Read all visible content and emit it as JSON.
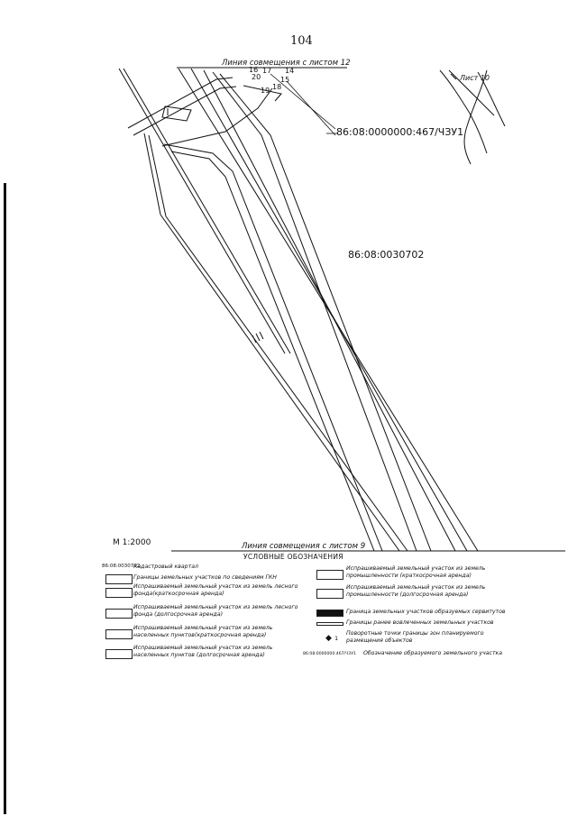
{
  "page_number": "104",
  "match_line_top": "Линия совмещения с листом 12",
  "match_line_bottom": "Линия совмещения с листом 9",
  "sheet_ref": "Лист 10",
  "cadastral_parcel": "86:08:0000000:467/ЧЗУ1",
  "cadastral_quarter": "86:08:0030702",
  "point_labels": [
    "16",
    "17",
    "14",
    "20",
    "15",
    "19",
    "18"
  ],
  "scale": "М 1:2000",
  "legend": {
    "title": "УСЛОВНЫЕ ОБОЗНАЧЕНИЯ",
    "left": [
      {
        "key": "86:08:0030702",
        "text": "Кадастровый квартал"
      },
      {
        "key": "",
        "text": "Границы земельных участков по сведениям ГКН"
      },
      {
        "key": "",
        "text": "Испрашиваемый земельный участок из земель лесного фонда(краткосрочная аренда)"
      },
      {
        "key": "",
        "text": "Испрашиваемый земельный участок из земель лесного фонда (долгосрочная аренда)"
      },
      {
        "key": "",
        "text": "Испрашиваемый земельный участок из земель населенных пунктов(краткосрочная аренда)"
      },
      {
        "key": "",
        "text": "Испрашиваемый земельный участок из земель населенных пунктов (долгосрочная аренда)"
      }
    ],
    "right": [
      {
        "key": "",
        "text": "Испрашиваемый земельный участок из земель промышленности (краткосрочная аренда)"
      },
      {
        "key": "",
        "text": "Испрашиваемый земельный участок из земель промышленности (долгосрочная аренда)"
      },
      {
        "key": "",
        "text": "Граница земельных участков образуемых сервитутов"
      },
      {
        "key": "",
        "text": "Границы ранее вовлеченных земельных участков"
      },
      {
        "key": "1",
        "text": "Поворотные точки границы зон планируемого размещения объектов"
      },
      {
        "key": "86:08:0000000:467/ЧЗУ1",
        "text": "Обозначение образуемого земельного участка"
      }
    ]
  }
}
